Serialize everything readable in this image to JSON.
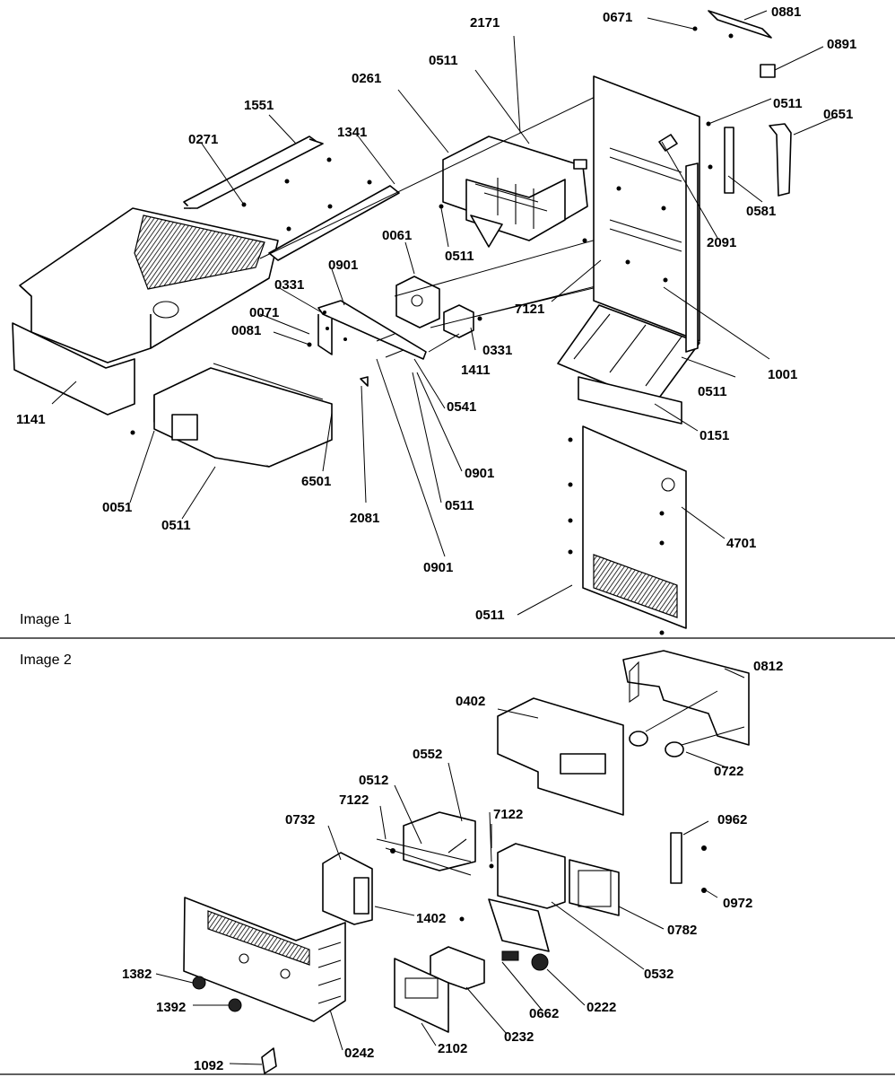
{
  "panels": [
    {
      "title": "Image 1",
      "callouts": [
        "0671",
        "0881",
        "2171",
        "0511",
        "0891",
        "0261",
        "0511",
        "0651",
        "1551",
        "1341",
        "0271",
        "0581",
        "2091",
        "0511",
        "0061",
        "0901",
        "0331",
        "7121",
        "0071",
        "0081",
        "0331",
        "1411",
        "1001",
        "0511",
        "0541",
        "1141",
        "0151",
        "0901",
        "0511",
        "0051",
        "6501",
        "2081",
        "0511",
        "4701",
        "0901",
        "0511"
      ]
    },
    {
      "title": "Image 2",
      "callouts": [
        "0812",
        "0402",
        "0722",
        "0552",
        "0512",
        "7122",
        "7122",
        "0732",
        "0962",
        "1402",
        "0972",
        "0782",
        "1382",
        "0532",
        "1392",
        "0662",
        "0222",
        "0242",
        "0232",
        "2102",
        "1092"
      ]
    }
  ]
}
